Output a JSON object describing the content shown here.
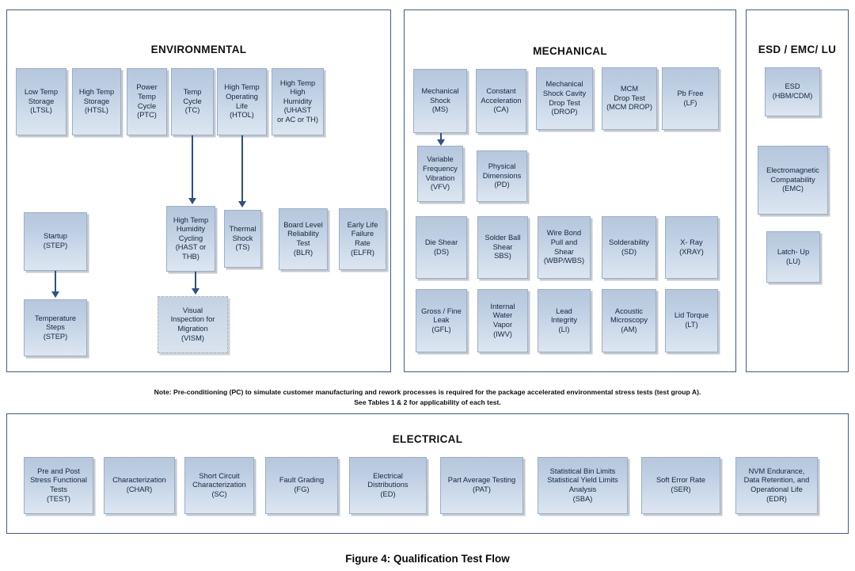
{
  "figure": {
    "caption": "Figure 4:  Qualification Test Flow"
  },
  "note": {
    "line1": "Note:  Pre-conditioning (PC) to simulate customer manufacturing and rework processes is required for the package accelerated environmental stress tests (test group A).",
    "line2": "See Tables 1 & 2 for applicability of each test."
  },
  "colors": {
    "panel_border": "#3b5c9b",
    "box_border": "#9aafc9",
    "box_fill_top": "#b6c7dd",
    "box_fill_bottom": "#dce6f1",
    "arrow": "#2e5183",
    "text": "#17263d"
  },
  "panels": {
    "environmental": {
      "title": "ENVIRONMENTAL",
      "boxes": [
        {
          "id": "ltsl",
          "label": "Low Temp\nStorage\n(LTSL)"
        },
        {
          "id": "htsl",
          "label": "High Temp\nStorage\n(HTSL)"
        },
        {
          "id": "ptc",
          "label": "Power\nTemp\nCycle\n(PTC)"
        },
        {
          "id": "tc",
          "label": "Temp\nCycle\n(TC)"
        },
        {
          "id": "htol",
          "label": "High Temp\nOperating\nLife\n(HTOL)"
        },
        {
          "id": "uhast",
          "label": "High Temp\nHigh\nHumidity\n(UHAST\nor AC or TH)"
        },
        {
          "id": "step_startup",
          "label": "Startup\n(STEP)"
        },
        {
          "id": "hast",
          "label": "High Temp\nHumidity\nCycling\n(HAST or\nTHB)"
        },
        {
          "id": "ts",
          "label": "Thermal\nShock\n(TS)"
        },
        {
          "id": "blr",
          "label": "Board Level\nReliability\nTest\n(BLR)"
        },
        {
          "id": "elfr",
          "label": "Early Life\nFailure\nRate\n(ELFR)"
        },
        {
          "id": "step_temp",
          "label": "Temperature\nSteps\n(STEP)"
        },
        {
          "id": "vism",
          "label": "Visual\nInspection for\nMigration\n(VISM)"
        }
      ]
    },
    "mechanical": {
      "title": "MECHANICAL",
      "boxes": [
        {
          "id": "ms",
          "label": "Mechanical\nShock\n(MS)"
        },
        {
          "id": "ca",
          "label": "Constant\nAcceleration\n(CA)"
        },
        {
          "id": "drop",
          "label": "Mechanical\nShock Cavity\nDrop Test\n(DROP)"
        },
        {
          "id": "mcmdrop",
          "label": "MCM\nDrop Test\n(MCM DROP)"
        },
        {
          "id": "lf",
          "label": "Pb Free\n(LF)"
        },
        {
          "id": "vfv",
          "label": "Variable\nFrequency\nVibration\n(VFV)"
        },
        {
          "id": "pd",
          "label": "Physical\nDimensions\n(PD)"
        },
        {
          "id": "ds",
          "label": "Die Shear\n(DS)"
        },
        {
          "id": "sbs",
          "label": "Solder Ball\nShear\nSBS)"
        },
        {
          "id": "wbp",
          "label": "Wire Bond\nPull and\nShear\n(WBP/WBS)"
        },
        {
          "id": "sd",
          "label": "Solderability\n(SD)"
        },
        {
          "id": "xray",
          "label": "X- Ray\n(XRAY)"
        },
        {
          "id": "gfl",
          "label": "Gross / Fine\nLeak\n(GFL)"
        },
        {
          "id": "iwv",
          "label": "Internal\nWater\nVapor\n(IWV)"
        },
        {
          "id": "li",
          "label": "Lead\nIntegrity\n(LI)"
        },
        {
          "id": "am",
          "label": "Acoustic\nMicroscopy\n(AM)"
        },
        {
          "id": "lt",
          "label": "Lid Torque\n(LT)"
        }
      ]
    },
    "esd": {
      "title": "ESD / EMC/ LU",
      "boxes": [
        {
          "id": "esd",
          "label": "ESD\n(HBM/CDM)"
        },
        {
          "id": "emc",
          "label": "Electromagnetic\nCompatability\n(EMC)"
        },
        {
          "id": "lu",
          "label": "Latch- Up\n(LU)"
        }
      ]
    },
    "electrical": {
      "title": "ELECTRICAL",
      "boxes": [
        {
          "id": "test",
          "label": "Pre and Post\nStress Functional\nTests\n(TEST)"
        },
        {
          "id": "char",
          "label": "Characterization\n(CHAR)"
        },
        {
          "id": "sc",
          "label": "Short Circuit\nCharacterization\n(SC)"
        },
        {
          "id": "fg",
          "label": "Fault Grading\n(FG)"
        },
        {
          "id": "ed",
          "label": "Electrical\nDistributions\n(ED)"
        },
        {
          "id": "pat",
          "label": "Part Average Testing\n(PAT)"
        },
        {
          "id": "sba",
          "label": "Statistical Bin Limits\nStatistical Yield Limits\nAnalysis\n(SBA)"
        },
        {
          "id": "ser",
          "label": "Soft Error Rate\n(SER)"
        },
        {
          "id": "edr",
          "label": "NVM Endurance,\nData Retention, and\nOperational Life\n(EDR)"
        }
      ]
    }
  },
  "arrows": [
    {
      "id": "tc-to-hast",
      "from": "tc",
      "to": "hast"
    },
    {
      "id": "htol-to-ts",
      "from": "htol",
      "to": "ts"
    },
    {
      "id": "startup-to-steps",
      "from": "step_startup",
      "to": "step_temp"
    },
    {
      "id": "hast-to-vism",
      "from": "hast",
      "to": "vism"
    },
    {
      "id": "ms-to-vfv",
      "from": "ms",
      "to": "vfv"
    }
  ]
}
